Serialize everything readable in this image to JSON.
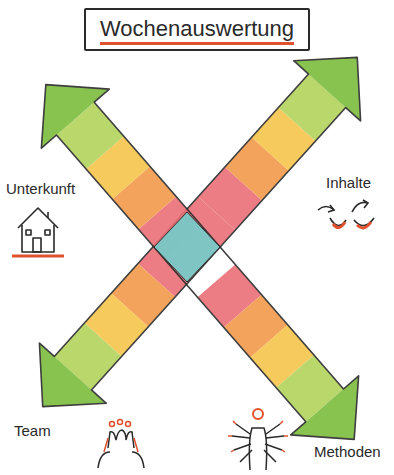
{
  "diagram": {
    "title": "Wochenauswertung",
    "labels": [
      "Unterkunft",
      "Inhalte",
      "Team",
      "Methoden"
    ]
  }
}
